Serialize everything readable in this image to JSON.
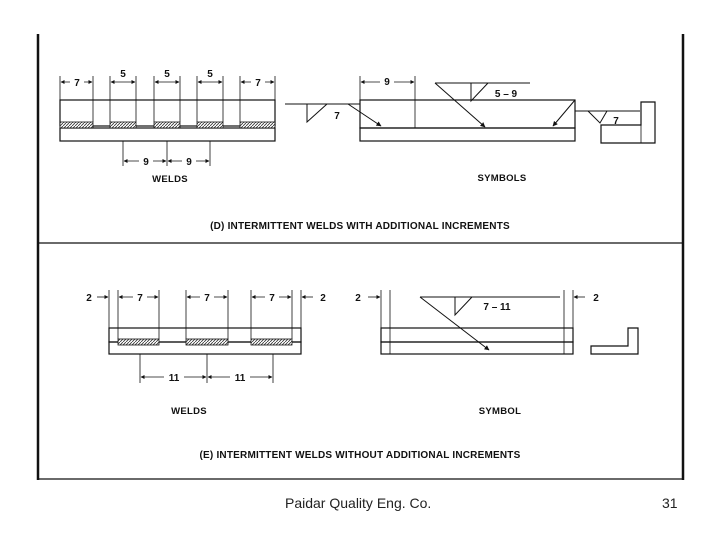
{
  "panel_d": {
    "title": "(D) INTERMITTENT WELDS WITH ADDITIONAL INCREMENTS",
    "welds_caption": "WELDS",
    "symbols_caption": "SYMBOLS",
    "welds_dims": {
      "end_left": "7",
      "gap_1": "5",
      "gap_2": "5",
      "gap_3": "5",
      "end_right": "7",
      "pitch_1": "9",
      "pitch_2": "9"
    },
    "symbol_dims": {
      "offset": "9",
      "length_pitch": "5 – 9",
      "left_leg": "7",
      "right_leg": "7"
    }
  },
  "panel_e": {
    "title": "(E) INTERMITTENT WELDS WITHOUT ADDITIONAL INCREMENTS",
    "welds_caption": "WELDS",
    "symbol_caption": "SYMBOL",
    "welds_dims": {
      "clear_left": "2",
      "weld_1": "7",
      "weld_2": "7",
      "weld_3": "7",
      "clear_right": "2",
      "pitch_1": "11",
      "pitch_2": "11"
    },
    "symbol_dims": {
      "clear_left": "2",
      "length_pitch": "7 – 11",
      "clear_right": "2"
    }
  },
  "footer": {
    "company": "Paidar Quality Eng. Co.",
    "page": "31"
  }
}
